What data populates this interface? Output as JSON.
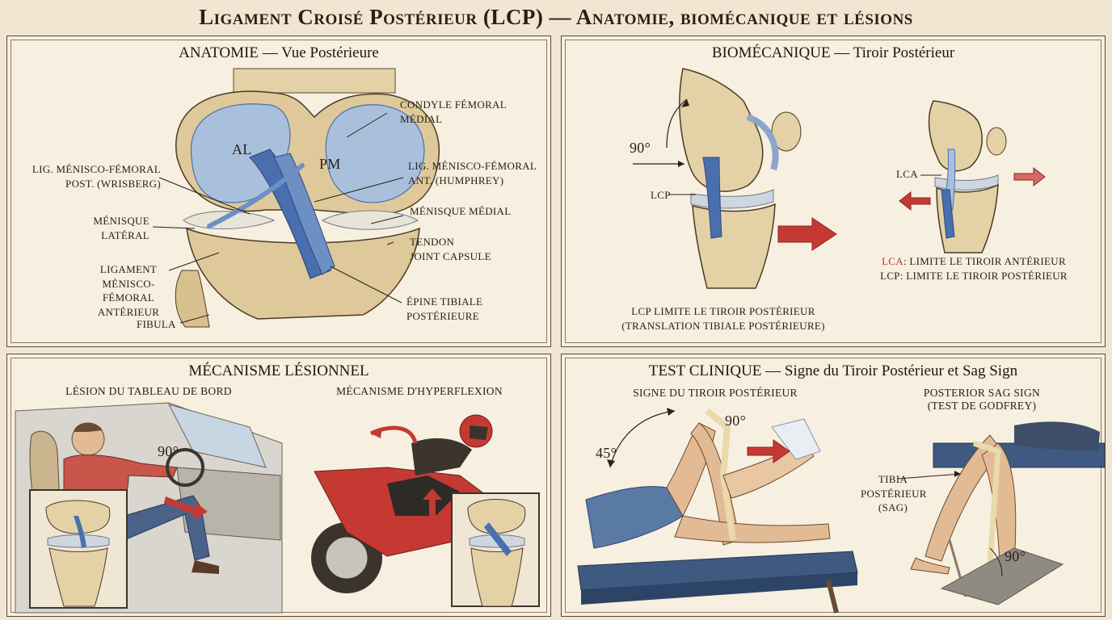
{
  "title": "Ligament Croisé Postérieur (LCP) — Anatomie, biomécanique et lésions",
  "colors": {
    "ligament": "#4a6fae",
    "bone": "#e4d2a6",
    "red_arrow": "#c43a33",
    "panel_bg": "#f7efdf"
  },
  "anatomy": {
    "title": "ANATOMIE — Vue Postérieure",
    "labels": {
      "al": "AL",
      "pm": "PM",
      "condyle_line1": "CONDYLE FÉMORAL",
      "condyle_line2": "MÉDIAL",
      "wrisberg_line1": "LIG. MÉNISCO-FÉMORAL",
      "wrisberg_line2": "POST. (WRISBERG)",
      "humphrey_line1": "LIG. MÉNISCO-FÉMORAL",
      "humphrey_line2": "ANT. (HUMPHREY)",
      "menisque_lat_line1": "MÉNISQUE",
      "menisque_lat_line2": "LATÉRAL",
      "menisque_med": "MÉNISQUE MÉDIAL",
      "tendon_line1": "TENDON",
      "tendon_line2": "JOINT CAPSULE",
      "ligament_line1": "LIGAMENT",
      "ligament_line2": "MÉNISCO-FÉMORAL",
      "ligament_line3": "ANTÉRIEUR",
      "epine_line1": "ÉPINE TIBIALE",
      "epine_line2": "POSTÉRIEURE",
      "fibula": "FIBULA"
    }
  },
  "biomech": {
    "title": "BIOMÉCANIQUE — Tiroir Postérieur",
    "angle": "90°",
    "lcp": "LCP",
    "lca": "LCA",
    "caption_line1": "LCP LIMITE LE TIROIR POSTÉRIEUR",
    "caption_line2": "(TRANSLATION TIBIALE POSTÉRIEURE)",
    "legend_lca_prefix": "LCA",
    "legend_lca_rest": ": LIMITE LE TIROIR ANTÉRIEUR",
    "legend_lcp": "LCP: LIMITE LE TIROIR POSTÉRIEUR"
  },
  "mechanism": {
    "title": "MÉCANISME LÉSIONNEL",
    "dashboard": "LÉSION DU TABLEAU DE BORD",
    "hyperflexion": "MÉCANISME D'HYPERFLEXION",
    "angle": "90°"
  },
  "clinical": {
    "title": "TEST CLINIQUE — Signe du Tiroir Postérieur et Sag Sign",
    "drawer_sign": "SIGNE DU TIROIR POSTÉRIEUR",
    "sag_line1": "POSTERIOR SAG SIGN",
    "sag_line2": "(TEST DE GODFREY)",
    "angle_45": "45°",
    "angle_90_top": "90°",
    "angle_90_bottom": "90°",
    "tibia_line1": "TIBIA",
    "tibia_line2": "POSTÉRIEUR",
    "tibia_line3": "(SAG)"
  }
}
